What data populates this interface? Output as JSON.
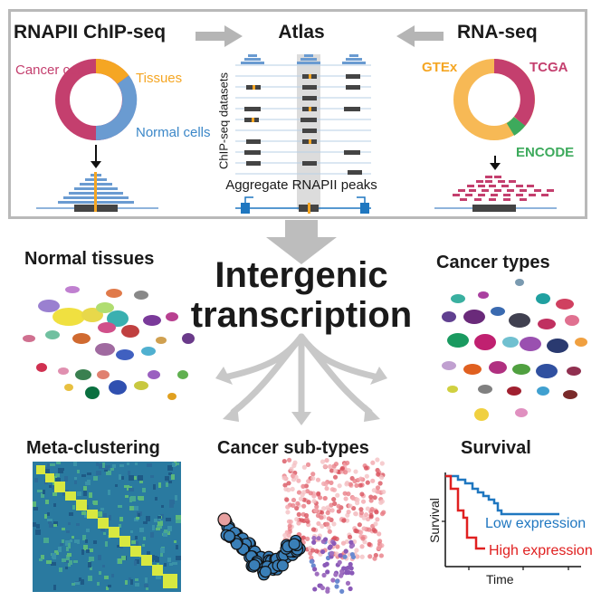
{
  "top": {
    "left_title": "RNAPII ChIP-seq",
    "center_title": "Atlas",
    "right_title": "RNA-seq",
    "chip_donut": {
      "labels": [
        "Cancer cells",
        "Tissues",
        "Normal cells"
      ],
      "colors": {
        "cancer": "#c43f6e",
        "tissues": "#f5a623",
        "normal": "#6a9bd1"
      }
    },
    "rna_donut": {
      "labels": [
        "GTEx",
        "TCGA",
        "ENCODE"
      ],
      "colors": {
        "gtex": "#f7b955",
        "tcga": "#c43f6e",
        "encode": "#3daa5c"
      }
    },
    "atlas_ylabel": "ChIP-seq datasets",
    "atlas_caption": "Aggregate RNAPII peaks"
  },
  "center_title": {
    "line1": "Intergenic",
    "line2": "transcription"
  },
  "panels": {
    "normal_tissues": "Normal tissues",
    "cancer_types": "Cancer types",
    "meta_clustering": "Meta-clustering",
    "cancer_subtypes": "Cancer sub-types",
    "survival": "Survival"
  },
  "survival": {
    "ylabel": "Survival",
    "xlabel": "Time",
    "low": "Low expression",
    "high": "High expression",
    "colors": {
      "low": "#1f77c0",
      "high": "#e02020"
    }
  }
}
